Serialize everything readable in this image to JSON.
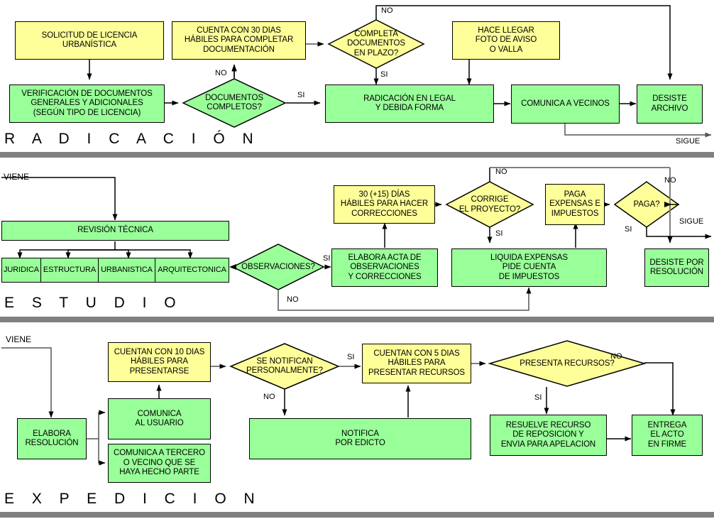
{
  "diagram": {
    "title_hidden": "",
    "colors": {
      "yellow": "#ffff99",
      "green": "#99ff99",
      "divider": "#808080",
      "stroke": "#000000"
    },
    "sections": [
      {
        "id": "radicacion",
        "label": "R A D I C A C I Ó N"
      },
      {
        "id": "estudio",
        "label": "E S T U D I O"
      },
      {
        "id": "expedicion",
        "label": "E X P E D I C I O N"
      }
    ],
    "section1": {
      "nodes": {
        "solicitud": "SOLICITUD  DE LICENCIA\nURBANÍSTICA",
        "cuenta30": "CUENTA CON 30 DIAS\nHÁBILES  PARA COMPLETAR\nDOCUMENTACIÓN",
        "completa_plazo": "COMPLETA\nDOCUMENTOS\nEN PLAZO?",
        "hace_llegar": "HACE LLEGAR\nFOTO DE AVISO\nO VALLA",
        "verificacion": "VERIFICACIÓN DE DOCUMENTOS\nGENERALES Y ADICIONALES\n(SEGÚN TIPO DE LICENCIA)",
        "documentos_completos": "DOCUMENTOS\nCOMPLETOS?",
        "radicacion_legal": "RADICACIÓN EN LEGAL\nY DEBIDA FORMA",
        "comunica_vecinos": "COMUNICA A VECINOS",
        "desiste_archivo": "DESISTE\nARCHIVO"
      },
      "edge_labels": {
        "no_top": "NO",
        "no_left": "NO",
        "si_left": "SI",
        "si_plazo": "SI",
        "sigue": "SIGUE"
      }
    },
    "section2": {
      "nodes": {
        "viene": "VIENE",
        "revision": "REVISIÓN TÉCNICA",
        "juridica": "JURIDICA",
        "estructura": "ESTRUCTURA",
        "urbanistica": "URBANISTICA",
        "arquitectonica": "ARQUITECTONICA",
        "observaciones": "OBSERVACIONES?",
        "dias30": "30 (+15) DÍAS\nHÁBILES PARA HACER\nCORRECCIONES",
        "corrige": "CORRIGE\nEL PROYECTO?",
        "paga_expensas": "PAGA\nEXPENSAS E\nIMPUESTOS",
        "paga": "PAGA?",
        "elabora_acta": "ELABORA ACTA DE\nOBSERVACIONES\nY CORRECCIONES",
        "liquida": "LIQUIDA EXPENSAS\nPIDE CUENTA\nDE IMPUESTOS",
        "desiste_resolucion": "DESISTE POR\nRESOLUCIÓN"
      },
      "edge_labels": {
        "si_obs": "SI",
        "no_obs": "NO",
        "no_corrige": "NO",
        "si_corrige": "SI",
        "no_paga": "NO",
        "si_paga": "SI",
        "sigue": "SIGUE"
      }
    },
    "section3": {
      "nodes": {
        "viene": "VIENE",
        "cuentan10": "CUENTAN CON 10 DIAS\nHÁBILES  PARA\nPRESENTARSE",
        "se_notifican": "SE NOTIFICAN\nPERSONALMENTE?",
        "cuentan5": "CUENTAN CON 5 DIAS\nHÁBILES  PARA\nPRESENTAR RECURSOS",
        "presenta_recursos": "PRESENTA RECURSOS?",
        "elabora_resolucion": "ELABORA\nRESOLUCIÓN",
        "comunica_usuario": "COMUNICA\nAL USUARIO",
        "comunica_tercero": "COMUNICA  A TERCERO\nO VECINO QUE SE\nHAYA HECHO PARTE",
        "notifica_edicto": "NOTIFICA\nPOR EDICTO",
        "resuelve_recurso": "RESUELVE  RECURSO\nDE REPOSICION Y\nENVIA PARA APELACION",
        "entrega": "ENTREGA\nEL ACTO\nEN FIRME"
      },
      "edge_labels": {
        "si_notif": "SI",
        "no_notif": "NO",
        "no_rec": "NO",
        "si_rec": "SI"
      }
    }
  }
}
